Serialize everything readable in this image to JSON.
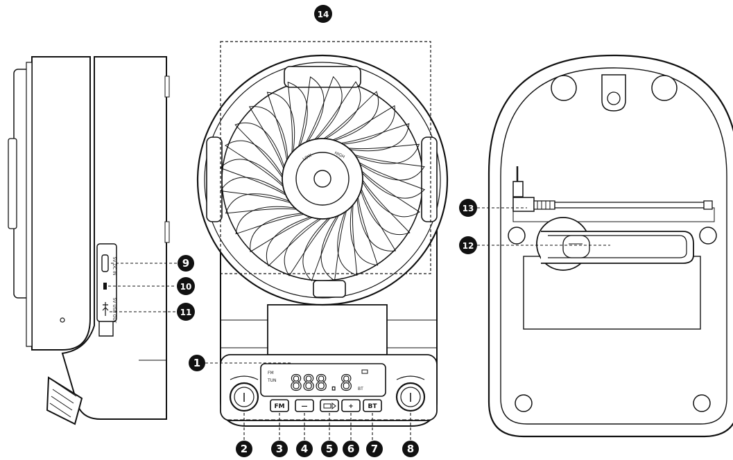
{
  "callouts": [
    {
      "id": "1",
      "label": "1"
    },
    {
      "id": "2",
      "label": "2"
    },
    {
      "id": "3",
      "label": "3"
    },
    {
      "id": "4",
      "label": "4"
    },
    {
      "id": "5",
      "label": "5"
    },
    {
      "id": "6",
      "label": "6"
    },
    {
      "id": "7",
      "label": "7"
    },
    {
      "id": "8",
      "label": "8"
    },
    {
      "id": "9",
      "label": "9"
    },
    {
      "id": "10",
      "label": "10"
    },
    {
      "id": "11",
      "label": "11"
    },
    {
      "id": "12",
      "label": "12"
    },
    {
      "id": "13",
      "label": "13"
    },
    {
      "id": "14",
      "label": "14"
    }
  ],
  "display": {
    "mode_fm": "FM",
    "mode_tun": "TUN",
    "digits": "888.8",
    "bt_indicator": "BT"
  },
  "buttons": {
    "fm": "FM",
    "bt": "BT",
    "minus": "—",
    "plus": "+"
  },
  "side_panel": {
    "port_dc_in": "5V DC IN",
    "port_usb_out": "5V USB OUT"
  },
  "fan_hub": {
    "left_text": "LOW",
    "right_text": "HIGH"
  },
  "colors": {
    "line": "#111111",
    "callout_fill": "#111111",
    "background": "#ffffff"
  }
}
